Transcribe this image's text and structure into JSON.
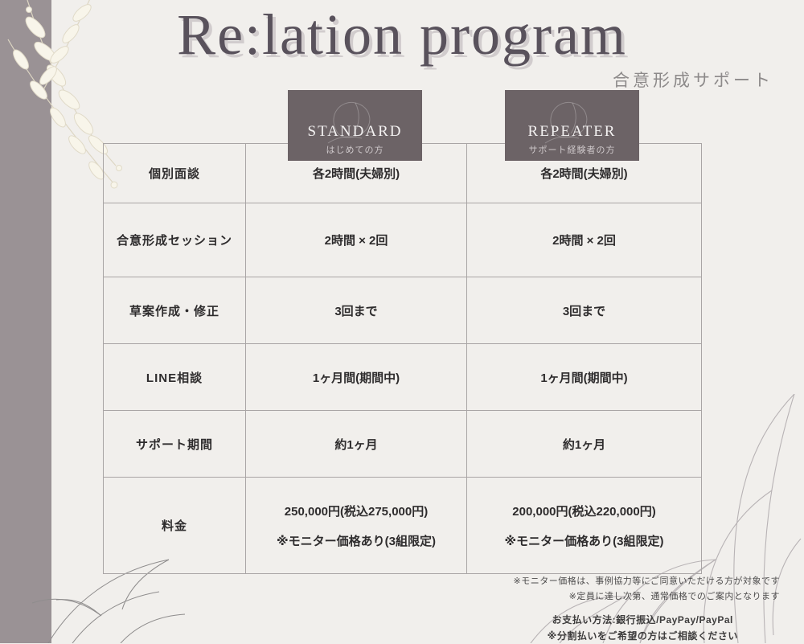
{
  "header": {
    "title": "Re:lation program",
    "subtitle": "合意形成サポート"
  },
  "plans": [
    {
      "name": "STANDARD",
      "tagline": "はじめての方"
    },
    {
      "name": "REPEATER",
      "tagline": "サポート経験者の方"
    }
  ],
  "table": {
    "rows": [
      {
        "label": "個別面談",
        "standard": "各2時間(夫婦別)",
        "repeater": "各2時間(夫婦別)"
      },
      {
        "label": "合意形成セッション",
        "standard": "2時間 × 2回",
        "repeater": "2時間 × 2回"
      },
      {
        "label": "草案作成・修正",
        "standard": "3回まで",
        "repeater": "3回まで"
      },
      {
        "label": "LINE相談",
        "standard": "1ヶ月間(期間中)",
        "repeater": "1ヶ月間(期間中)"
      },
      {
        "label": "サポート期間",
        "standard": "約1ヶ月",
        "repeater": "約1ヶ月"
      },
      {
        "label": "料金",
        "standard_price": "250,000円(税込275,000円)",
        "standard_note": "※モニター価格あり(3組限定)",
        "repeater_price": "200,000円(税込220,000円)",
        "repeater_note": "※モニター価格あり(3組限定)"
      }
    ]
  },
  "footnotes": [
    "※モニター価格は、事例協力等にご同意いただける方が対象です",
    "※定員に達し次第、通常価格でのご案内となります"
  ],
  "payment": [
    "お支払い方法:銀行振込/PayPay/PayPal",
    "※分割払いをご希望の方はご相談ください"
  ],
  "colors": {
    "background": "#f1efec",
    "accent_bar": "#9a9295",
    "plan_box": "#6c6366",
    "table_border": "#a9a5a5"
  }
}
